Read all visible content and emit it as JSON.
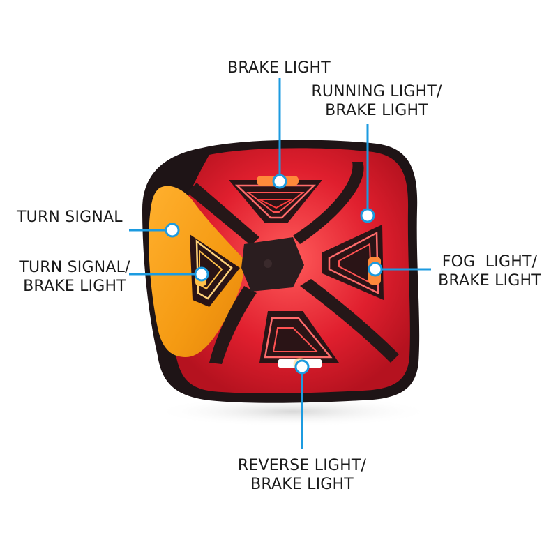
{
  "colors": {
    "callout": "#1c9be0",
    "housing": "#1e1416",
    "red": "#d81e2c",
    "amber": "#f6a01c"
  },
  "labels": {
    "brake": {
      "line1": "BRAKE LIGHT"
    },
    "running": {
      "line1": "RUNNING LIGHT/",
      "line2": "BRAKE LIGHT"
    },
    "turn": {
      "line1": "TURN SIGNAL"
    },
    "turn_brake": {
      "line1": "TURN SIGNAL/",
      "line2": "BRAKE LIGHT"
    },
    "fog": {
      "line1": "FOG  LIGHT/",
      "line2": "BRAKE LIGHT"
    },
    "reverse": {
      "line1": "REVERSE LIGHT/",
      "line2": "BRAKE LIGHT"
    }
  }
}
